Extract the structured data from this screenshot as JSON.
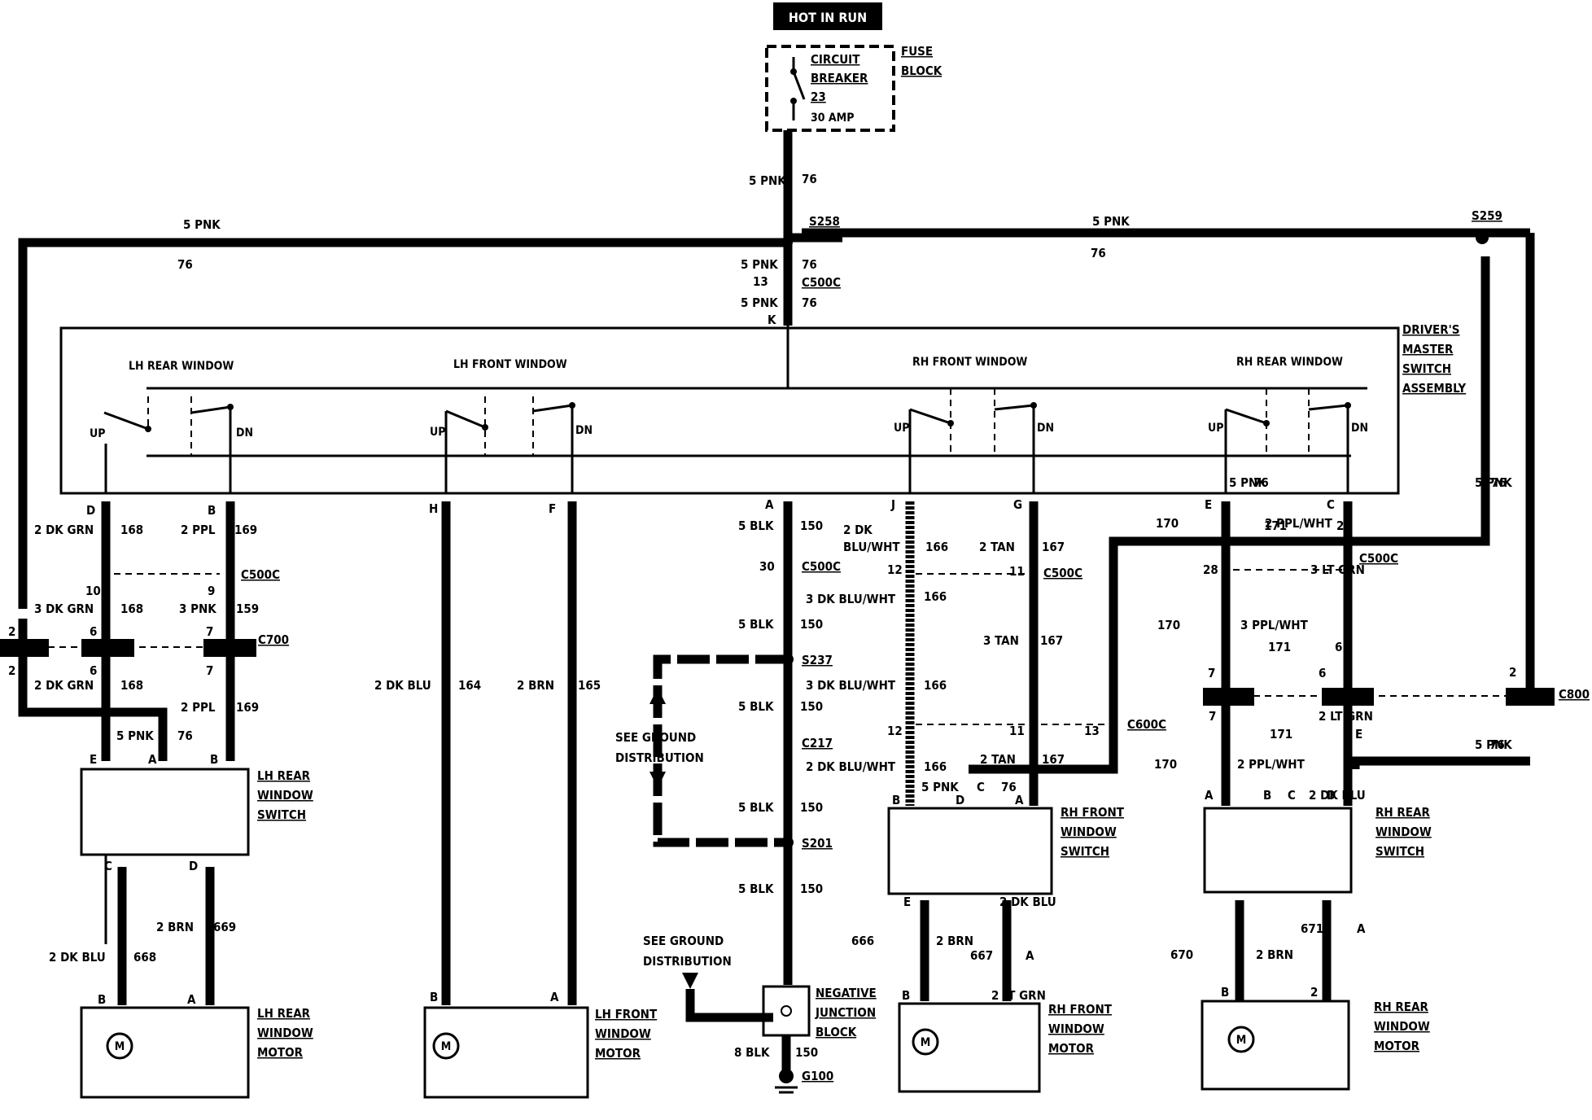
{
  "power": {
    "hot_in_run": "HOT IN RUN",
    "breaker_lines": [
      "CIRCUIT",
      "BREAKER",
      "23"
    ],
    "amp": "30 AMP",
    "fuse_block": [
      "FUSE",
      "BLOCK"
    ]
  },
  "master_switch": {
    "title_lines": [
      "DRIVER'S",
      "MASTER",
      "SWITCH",
      "ASSEMBLY"
    ],
    "sections": [
      "LH REAR WINDOW",
      "LH FRONT WINDOW",
      "RH FRONT WINDOW",
      "RH REAR WINDOW"
    ],
    "up": "UP",
    "dn": "DN"
  },
  "components": {
    "lh_rear_switch": [
      "LH REAR",
      "WINDOW",
      "SWITCH"
    ],
    "rh_front_switch": [
      "RH FRONT",
      "WINDOW",
      "SWITCH"
    ],
    "rh_rear_switch": [
      "RH REAR",
      "WINDOW",
      "SWITCH"
    ],
    "lh_rear_motor": [
      "LH REAR",
      "WINDOW",
      "MOTOR"
    ],
    "lh_front_motor": [
      "LH FRONT",
      "WINDOW",
      "MOTOR"
    ],
    "rh_front_motor": [
      "RH FRONT",
      "WINDOW",
      "MOTOR"
    ],
    "rh_rear_motor": [
      "RH REAR",
      "WINDOW",
      "MOTOR"
    ],
    "junction": [
      "NEGATIVE",
      "JUNCTION",
      "BLOCK"
    ],
    "see_ground_1": [
      "SEE GROUND",
      "DISTRIBUTION"
    ],
    "see_ground_2": [
      "SEE GROUND",
      "DISTRIBUTION"
    ],
    "motor_symbol": "M"
  },
  "connectors": {
    "c500c": "C500C",
    "c700": "C700",
    "c600c": "C600C",
    "c800": "C800",
    "c217": "C217",
    "s258": "S258",
    "s259": "S259",
    "s237": "S237",
    "s201": "S201",
    "g100": "G100"
  },
  "wire_labels": [
    {
      "text": "5 PNK"
    },
    {
      "text": "76"
    },
    {
      "text": "5 PNK"
    },
    {
      "text": "76"
    },
    {
      "text": "5 PNK"
    },
    {
      "text": "76"
    },
    {
      "text": "5 PNK"
    },
    {
      "text": "76"
    },
    {
      "text": "5 PNK"
    },
    {
      "text": "76"
    },
    {
      "text": "13"
    },
    {
      "text": "K"
    },
    {
      "text": "5 PNK"
    },
    {
      "text": "76"
    },
    {
      "text": "5 PNK"
    },
    {
      "text": "76"
    },
    {
      "text": "5 PNK"
    },
    {
      "text": "76"
    },
    {
      "text": "D"
    },
    {
      "text": "B"
    },
    {
      "text": "H"
    },
    {
      "text": "F"
    },
    {
      "text": "A"
    },
    {
      "text": "J"
    },
    {
      "text": "G"
    },
    {
      "text": "E"
    },
    {
      "text": "C"
    },
    {
      "text": "2 DK GRN"
    },
    {
      "text": "168"
    },
    {
      "text": "2 PPL"
    },
    {
      "text": "169"
    },
    {
      "text": "10"
    },
    {
      "text": "9"
    },
    {
      "text": "3 DK GRN"
    },
    {
      "text": "168"
    },
    {
      "text": "3 PNK"
    },
    {
      "text": "159"
    },
    {
      "text": "2"
    },
    {
      "text": "6"
    },
    {
      "text": "7"
    },
    {
      "text": "2"
    },
    {
      "text": "6"
    },
    {
      "text": "7"
    },
    {
      "text": "2 DK GRN"
    },
    {
      "text": "168"
    },
    {
      "text": "2 PPL"
    },
    {
      "text": "169"
    },
    {
      "text": "5 PNK"
    },
    {
      "text": "76"
    },
    {
      "text": "E"
    },
    {
      "text": "A"
    },
    {
      "text": "B"
    },
    {
      "text": "C"
    },
    {
      "text": "D"
    },
    {
      "text": "2 DK BLU"
    },
    {
      "text": "668"
    },
    {
      "text": "2 BRN"
    },
    {
      "text": "669"
    },
    {
      "text": "B"
    },
    {
      "text": "A"
    },
    {
      "text": "2 DK BLU"
    },
    {
      "text": "164"
    },
    {
      "text": "2 BRN"
    },
    {
      "text": "165"
    },
    {
      "text": "B"
    },
    {
      "text": "A"
    },
    {
      "text": "5 BLK"
    },
    {
      "text": "150"
    },
    {
      "text": "30"
    },
    {
      "text": "5 BLK"
    },
    {
      "text": "150"
    },
    {
      "text": "5 BLK"
    },
    {
      "text": "150"
    },
    {
      "text": "5 BLK"
    },
    {
      "text": "150"
    },
    {
      "text": "5 BLK"
    },
    {
      "text": "150"
    },
    {
      "text": "8 BLK"
    },
    {
      "text": "150"
    },
    {
      "text": "2 DK"
    },
    {
      "text": "BLU/WHT"
    },
    {
      "text": "166"
    },
    {
      "text": "12"
    },
    {
      "text": "3 DK BLU/WHT"
    },
    {
      "text": "166"
    },
    {
      "text": "3 DK BLU/WHT"
    },
    {
      "text": "166"
    },
    {
      "text": "12"
    },
    {
      "text": "2 DK BLU/WHT"
    },
    {
      "text": "166"
    },
    {
      "text": "2 TAN"
    },
    {
      "text": "167"
    },
    {
      "text": "11"
    },
    {
      "text": "3 TAN"
    },
    {
      "text": "167"
    },
    {
      "text": "11"
    },
    {
      "text": "2 TAN"
    },
    {
      "text": "167"
    },
    {
      "text": "13"
    },
    {
      "text": "5 PNK"
    },
    {
      "text": "76"
    },
    {
      "text": "C"
    },
    {
      "text": "B"
    },
    {
      "text": "D"
    },
    {
      "text": "A"
    },
    {
      "text": "E"
    },
    {
      "text": "2 DK BLU"
    },
    {
      "text": "666"
    },
    {
      "text": "2 BRN"
    },
    {
      "text": "667"
    },
    {
      "text": "A"
    },
    {
      "text": "B"
    },
    {
      "text": "2 LT GRN"
    },
    {
      "text": "170"
    },
    {
      "text": "2 PPL/WHT"
    },
    {
      "text": "171"
    },
    {
      "text": "29"
    },
    {
      "text": "28"
    },
    {
      "text": "3 LT GRN"
    },
    {
      "text": "170"
    },
    {
      "text": "3 PPL/WHT"
    },
    {
      "text": "171"
    },
    {
      "text": "6"
    },
    {
      "text": "7"
    },
    {
      "text": "6"
    },
    {
      "text": "7"
    },
    {
      "text": "2 LT GRN"
    },
    {
      "text": "170"
    },
    {
      "text": "2 PPL/WHT"
    },
    {
      "text": "171"
    },
    {
      "text": "E"
    },
    {
      "text": "A"
    },
    {
      "text": "B"
    },
    {
      "text": "C"
    },
    {
      "text": "D"
    },
    {
      "text": "2 DK BLU"
    },
    {
      "text": "670"
    },
    {
      "text": "2 BRN"
    },
    {
      "text": "671"
    },
    {
      "text": "A"
    },
    {
      "text": "B"
    },
    {
      "text": "2"
    },
    {
      "text": "2"
    }
  ]
}
